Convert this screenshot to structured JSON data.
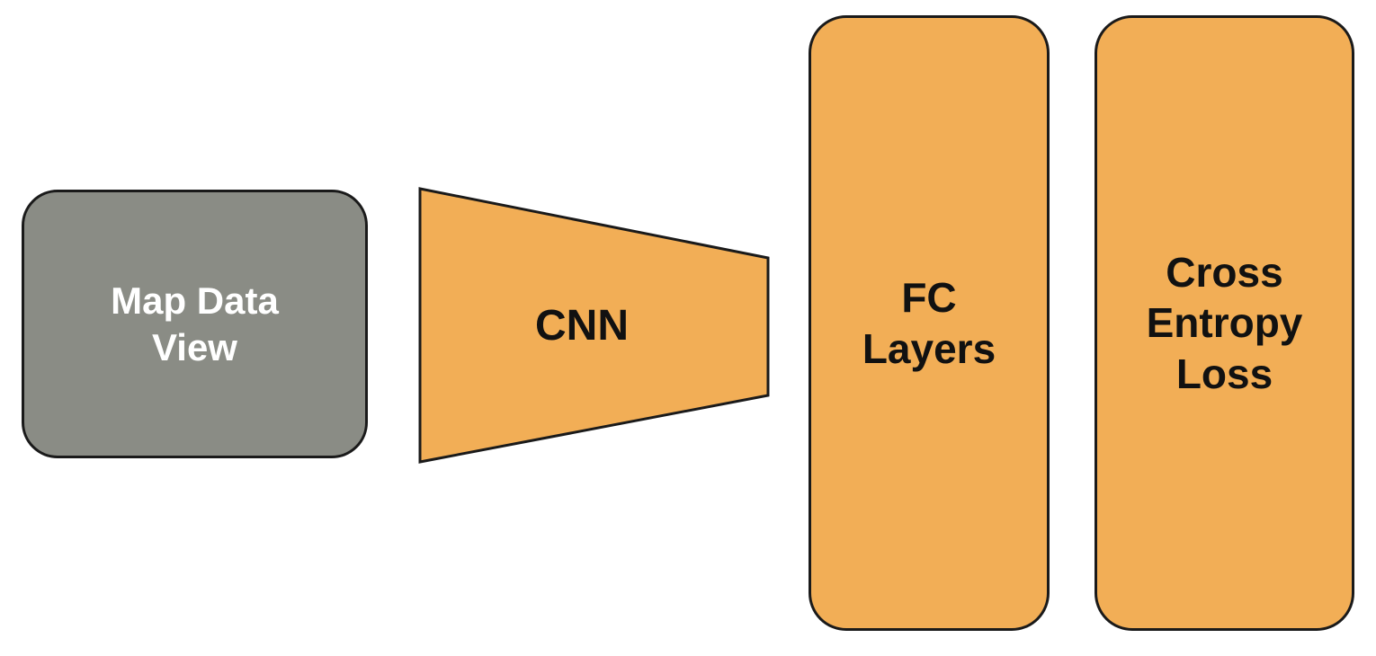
{
  "colors": {
    "orange_fill": "#F2AE56",
    "gray_fill": "#8A8C85",
    "stroke": "#1A1A1A",
    "text_dark": "#111111",
    "text_light": "#FFFFFF",
    "background": "#FFFFFF"
  },
  "nodes": [
    {
      "id": "map-data-view",
      "label": "Map Data View",
      "shape": "rounded-rectangle",
      "fill": "#8A8C85",
      "text_color": "#FFFFFF"
    },
    {
      "id": "cnn",
      "label": "CNN",
      "shape": "trapezoid-narrowing-right",
      "fill": "#F2AE56",
      "text_color": "#111111"
    },
    {
      "id": "fc-layers",
      "label": "FC Layers",
      "shape": "rounded-rectangle",
      "fill": "#F2AE56",
      "text_color": "#111111"
    },
    {
      "id": "cross-entropy-loss",
      "label": "Cross Entropy Loss",
      "shape": "rounded-rectangle",
      "fill": "#F2AE56",
      "text_color": "#111111"
    }
  ]
}
